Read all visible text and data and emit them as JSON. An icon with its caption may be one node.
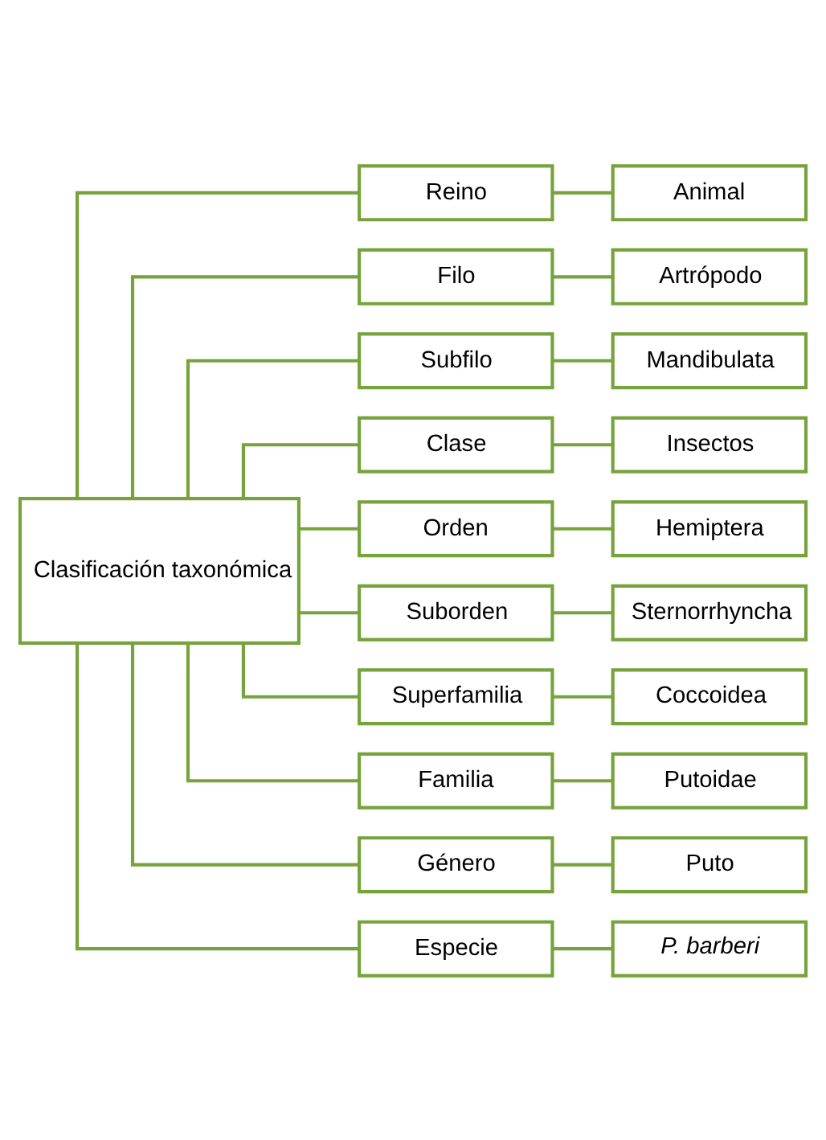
{
  "diagram": {
    "nodes": [
      {
        "text": [
          "Clasificación taxonómica"
        ]
      },
      {
        "text": [
          "Reino"
        ]
      },
      {
        "text": [
          "Animal"
        ]
      },
      {
        "text": [
          "Filo"
        ]
      },
      {
        "text": [
          "Artrópodo"
        ]
      },
      {
        "text": [
          "Subfilo"
        ]
      },
      {
        "text": [
          "Mandibulata"
        ]
      },
      {
        "text": [
          "Clase"
        ]
      },
      {
        "text": [
          "Insectos"
        ]
      },
      {
        "text": [
          "Orden"
        ]
      },
      {
        "text": [
          "Hemiptera"
        ]
      },
      {
        "text": [
          "Suborden"
        ]
      },
      {
        "text": [
          "Sternorrhyncha"
        ]
      },
      {
        "text": [
          "Superfamilia"
        ]
      },
      {
        "text": [
          "Coccoidea"
        ]
      },
      {
        "text": [
          "Familia"
        ]
      },
      {
        "text": [
          "Putoidae"
        ]
      },
      {
        "text": [
          "Género"
        ]
      },
      {
        "text": [
          "Puto"
        ]
      },
      {
        "text": [
          "Especie"
        ]
      },
      {
        "text": [
          "P. barberi"
        ]
      }
    ],
    "edges": [
      {
        "from": 0,
        "to": 1,
        "arrow": "none"
      },
      {
        "from": 1,
        "to": 2,
        "arrow": "none"
      },
      {
        "from": 0,
        "to": 3,
        "arrow": "none"
      },
      {
        "from": 3,
        "to": 4,
        "arrow": "none"
      },
      {
        "from": 0,
        "to": 5,
        "arrow": "none"
      },
      {
        "from": 5,
        "to": 6,
        "arrow": "none"
      },
      {
        "from": 0,
        "to": 7,
        "arrow": "none"
      },
      {
        "from": 7,
        "to": 8,
        "arrow": "none"
      },
      {
        "from": 0,
        "to": 9,
        "arrow": "none"
      },
      {
        "from": 9,
        "to": 10,
        "arrow": "none"
      },
      {
        "from": 0,
        "to": 11,
        "arrow": "none"
      },
      {
        "from": 11,
        "to": 12,
        "arrow": "none"
      },
      {
        "from": 0,
        "to": 13,
        "arrow": "none"
      },
      {
        "from": 13,
        "to": 14,
        "arrow": "none"
      },
      {
        "from": 0,
        "to": 15,
        "arrow": "none"
      },
      {
        "from": 15,
        "to": 16,
        "arrow": "none"
      },
      {
        "from": 0,
        "to": 17,
        "arrow": "none"
      },
      {
        "from": 17,
        "to": 18,
        "arrow": "none"
      },
      {
        "from": 0,
        "to": 19,
        "arrow": "none"
      },
      {
        "from": 19,
        "to": 20,
        "arrow": "none"
      }
    ]
  }
}
